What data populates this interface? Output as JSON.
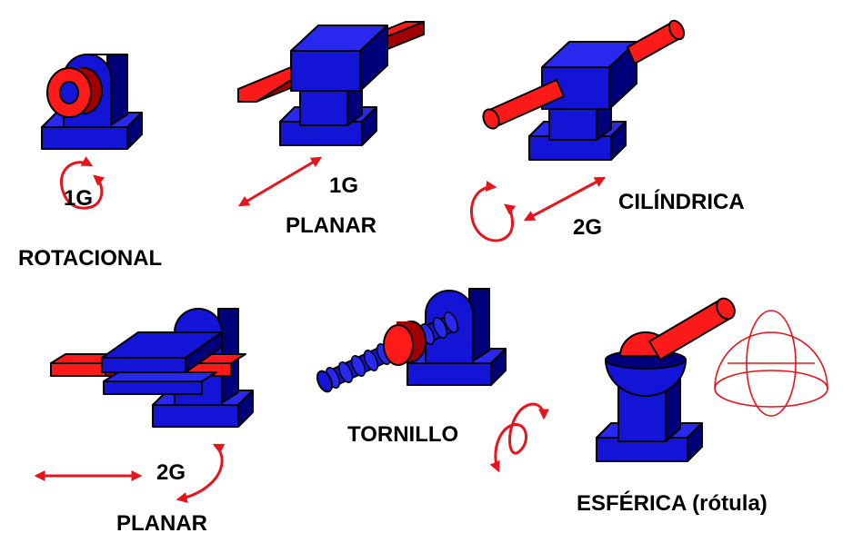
{
  "colors": {
    "base_blue": "#1414d6",
    "blue_dark": "#00007a",
    "blue_top": "#2828ee",
    "red": "#ff1a1a",
    "red_dark": "#a00000",
    "arrow_red": "#e8141c",
    "label": "#000000",
    "background": "#ffffff"
  },
  "joints": [
    {
      "id": "rotacional",
      "label": "ROTACIONAL",
      "dof": "1G"
    },
    {
      "id": "planar-1",
      "label": "PLANAR",
      "dof": "1G"
    },
    {
      "id": "cilindrica",
      "label": "CILÍNDRICA",
      "dof": "2G"
    },
    {
      "id": "planar-2",
      "label": "PLANAR",
      "dof": "2G"
    },
    {
      "id": "tornillo",
      "label": "TORNILLO",
      "dof": ""
    },
    {
      "id": "esferica",
      "label": "ESFÉRICA (rótula)",
      "dof": ""
    }
  ]
}
